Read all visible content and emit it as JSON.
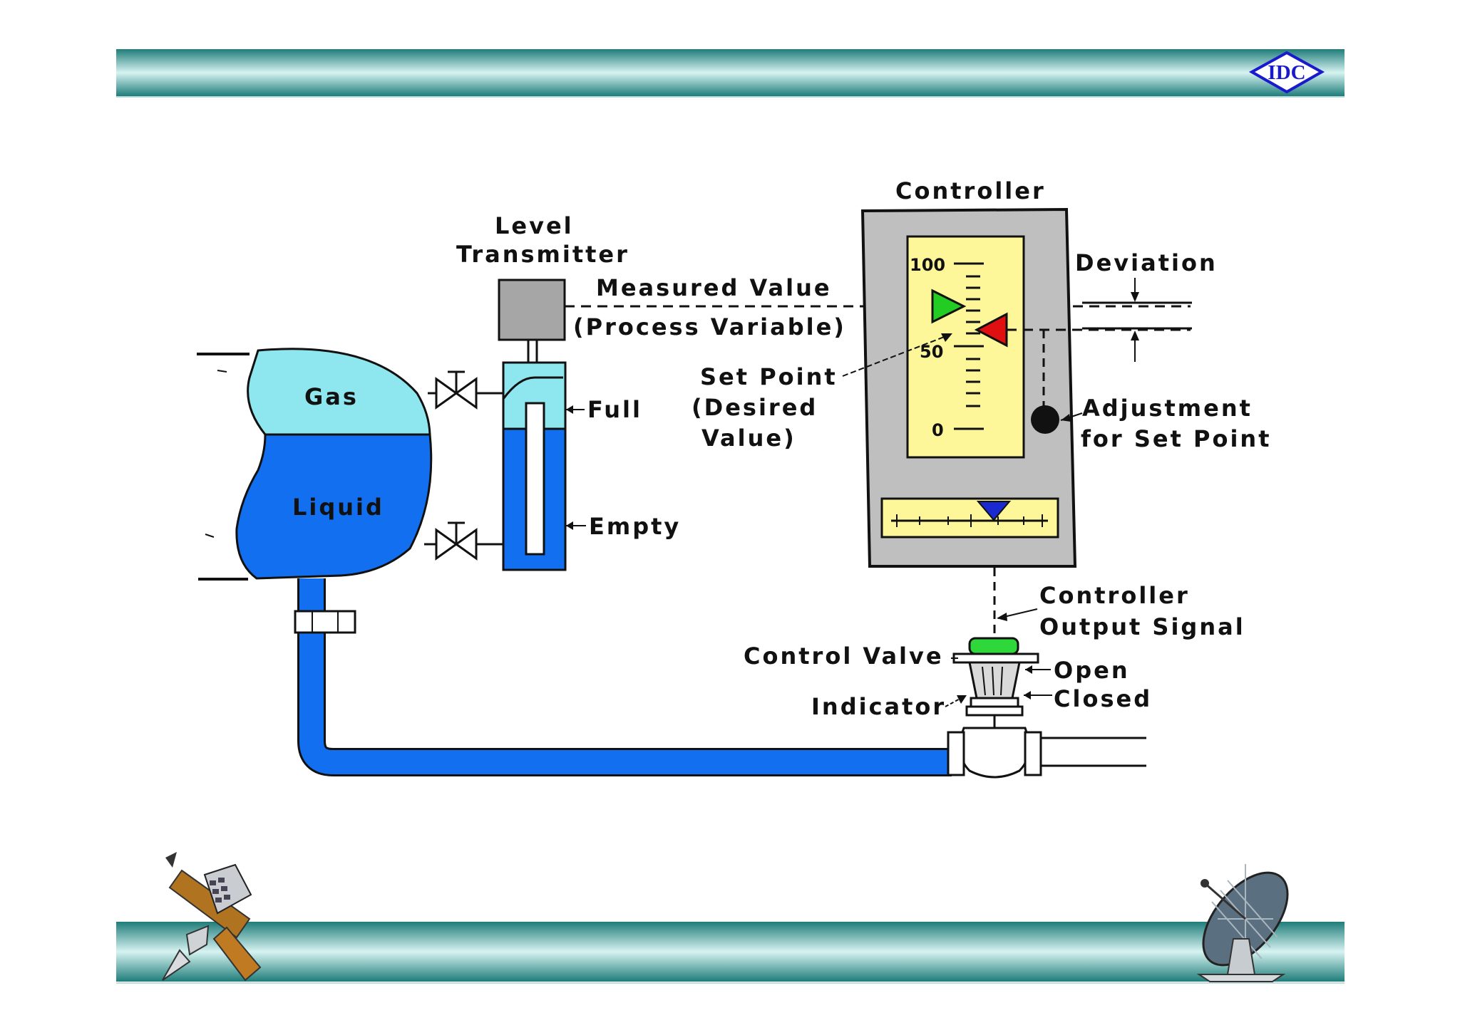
{
  "slide": {
    "logo_text": "IDC",
    "colors": {
      "band_dark": "#1f7d7a",
      "band_light": "#d6f3f1",
      "gas": "#8ee6ee",
      "liquid": "#1270f0",
      "controller_body": "#bfbfbf",
      "controller_face": "#fdf79a",
      "measured_marker": "#22cc22",
      "setpoint_marker": "#e01010",
      "output_marker": "#1a2ad0",
      "valve_actuator": "#2fd83a"
    },
    "header_icon": "idc-diamond-logo",
    "footer_icons": [
      "satellite-icon",
      "satellite-dish-icon"
    ]
  },
  "diagram": {
    "tank": {
      "gas_label": "Gas",
      "liquid_label": "Liquid"
    },
    "transmitter": {
      "title_line1": "Level",
      "title_line2": "Transmitter",
      "full_label": "Full",
      "empty_label": "Empty"
    },
    "measured_value": {
      "line1": "Measured Value",
      "line2": "(Process Variable)"
    },
    "set_point": {
      "line1": "Set Point",
      "line2": "(Desired",
      "line3": "Value)"
    },
    "controller": {
      "title": "Controller",
      "scale_top": "100",
      "scale_mid": "50",
      "scale_bottom": "0",
      "deviation_label": "Deviation",
      "adjust_line1": "Adjustment",
      "adjust_line2": "for Set Point"
    },
    "output_signal": {
      "line1": "Controller",
      "line2": "Output Signal"
    },
    "valve": {
      "label": "Control Valve",
      "indicator_label": "Indicator",
      "open_label": "Open",
      "closed_label": "Closed"
    }
  }
}
